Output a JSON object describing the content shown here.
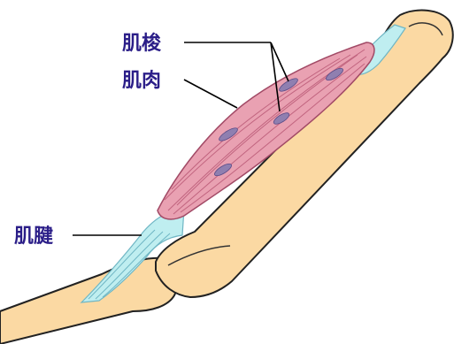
{
  "labels": {
    "muscle_spindle": "肌梭",
    "muscle": "肌肉",
    "tendon": "肌腱"
  },
  "colors": {
    "label_text": "#2b1e88",
    "leader_line": "#000000",
    "bone_fill": "#fbd9a3",
    "bone_stroke": "#222222",
    "muscle_fill": "#e9a1b2",
    "muscle_fiber": "#c1647f",
    "spindle_fill": "#8f7fb0",
    "tendon_fill": "#bfeef0",
    "tendon_fiber": "#6fb6c4"
  }
}
